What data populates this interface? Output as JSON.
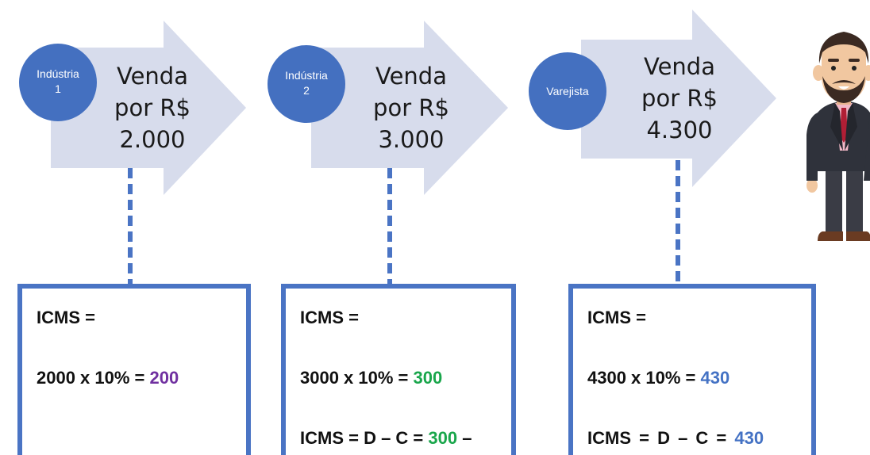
{
  "stages": [
    {
      "circle_label": "Indústria 1",
      "sale_lines": [
        "Venda",
        "por R$",
        "2.000"
      ],
      "box": {
        "line1": "ICMS =",
        "line2_prefix": "2000 x 10% = ",
        "line2_value": "200",
        "line3_prefix": "",
        "line3_value": "",
        "line3_suffix": ""
      }
    },
    {
      "circle_label": "Indústria 2",
      "sale_lines": [
        "Venda",
        "por R$",
        "3.000"
      ],
      "box": {
        "line1": "ICMS =",
        "line2_prefix": "3000 x 10% = ",
        "line2_value": "300",
        "line3_prefix": "ICMS = D – C = ",
        "line3_value": "300",
        "line3_suffix": " –"
      }
    },
    {
      "circle_label": "Varejista",
      "sale_lines": [
        "Venda",
        "por R$",
        "4.300"
      ],
      "box": {
        "line1": "ICMS =",
        "line2_prefix": "4300 x 10% = ",
        "line2_value": "430",
        "line3_prefix": "ICMS = D – C = ",
        "line3_value": "430",
        "line3_suffix": ""
      }
    }
  ],
  "colors": {
    "circle": "#4470c0",
    "arrow": "#d7dcec",
    "connector": "#4a74c4",
    "value_stage1": "#7030a0",
    "value_stage2": "#19a64b",
    "value_stage3": "#4472c4"
  },
  "consumer": {
    "icon": "businessman-icon"
  }
}
